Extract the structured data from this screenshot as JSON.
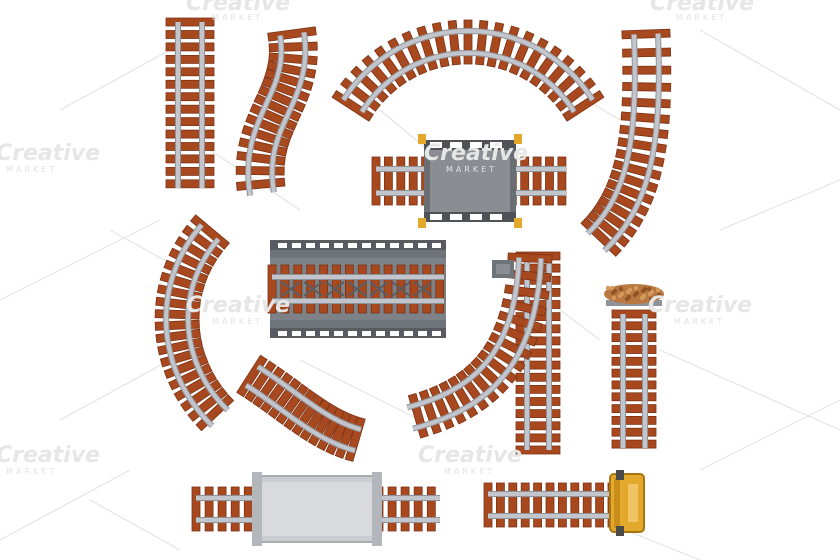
{
  "watermark": {
    "brand": "Creative",
    "sub": "MARKET"
  },
  "colors": {
    "sleeper": "#a8481f",
    "sleeper_edge": "#7c3213",
    "rail": "#c2c6cc",
    "rail_edge": "#8e9399",
    "bridge": "#6f747a",
    "bridge_dark": "#585c61",
    "tunnel": "#cfd2d6",
    "buffer_yellow": "#e3a92c",
    "gravel": "#b9783f",
    "watermark_line": "#dddddd"
  },
  "pieces": [
    "straight-track",
    "gentle-s-curve-track",
    "wide-arc-track",
    "right-tall-curve-track",
    "level-crossing-track",
    "left-c-curve-track",
    "bridge-track",
    "switch-junction-track",
    "gravel-buffer-track",
    "lower-left-curve-track",
    "tunnel-track",
    "buffer-stop-track"
  ]
}
